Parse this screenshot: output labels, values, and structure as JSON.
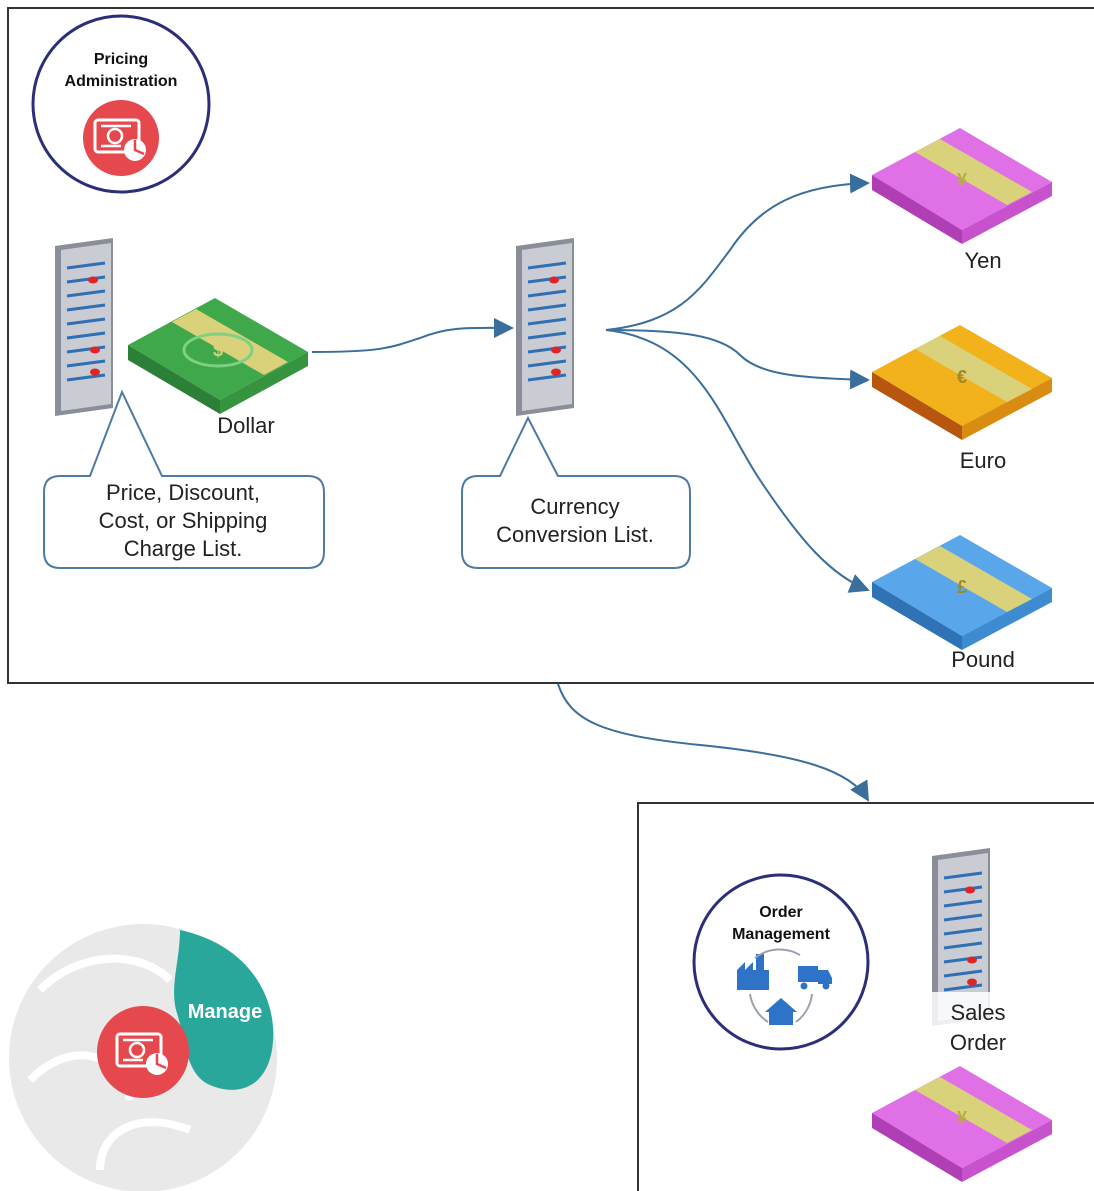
{
  "pricing_admin": {
    "line1": "Pricing",
    "line2": "Administration"
  },
  "source": {
    "currency_label": "Dollar"
  },
  "callout_left": {
    "line1": "Price, Discount,",
    "line2": "Cost, or Shipping",
    "line3": "Charge  List."
  },
  "callout_mid": {
    "line1": "Currency",
    "line2": "Conversion  List."
  },
  "targets": [
    {
      "label": "Yen",
      "color": "#e070e6",
      "symbol": "¥"
    },
    {
      "label": "Euro",
      "color": "#f2b21b",
      "symbol": "€"
    },
    {
      "label": "Pound",
      "color": "#5aa6ea",
      "symbol": "£"
    }
  ],
  "source_color": "#3fa84a",
  "order_mgmt": {
    "line1": "Order",
    "line2": "Management"
  },
  "sales_order": {
    "line1": "Sales",
    "line2": "Order"
  },
  "manage_badge": {
    "label": "Manage"
  },
  "colors": {
    "arrow": "#3a6e9c",
    "accent_red": "#e5484d",
    "teal": "#2aa79b",
    "circle_border": "#2b2f7a"
  }
}
